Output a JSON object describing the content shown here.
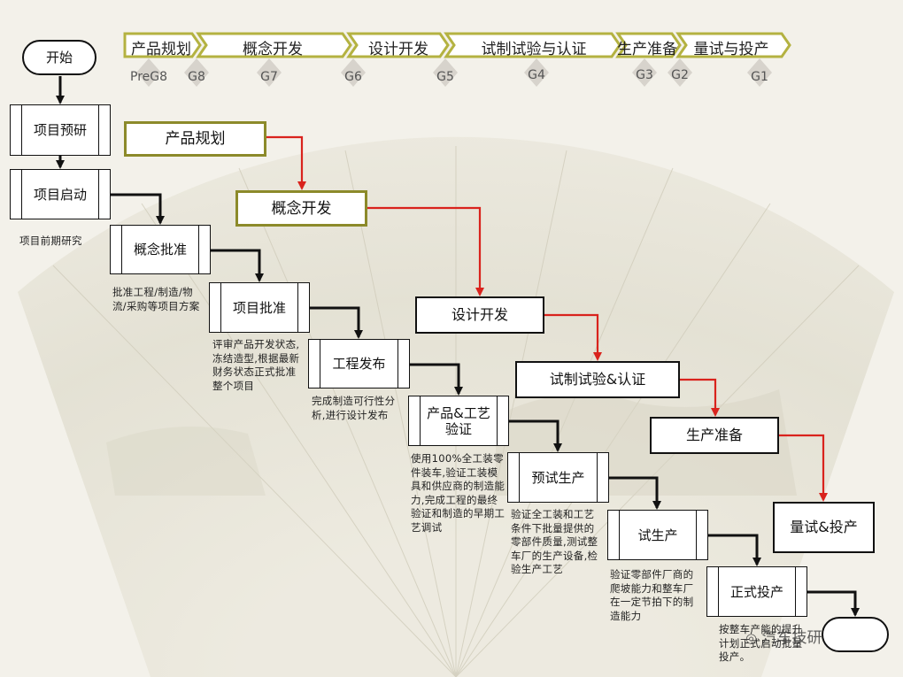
{
  "timeline": {
    "phases": [
      "产品规划",
      "概念开发",
      "设计开发",
      "试制试验与认证",
      "生产准备",
      "量试与投产"
    ],
    "gates": [
      "PreG8",
      "G8",
      "G7",
      "G6",
      "G5",
      "G4",
      "G3",
      "G2",
      "G1"
    ]
  },
  "start_label": "开始",
  "steps": [
    {
      "label": "项目预研"
    },
    {
      "label": "项目启动",
      "note": "项目前期研究"
    },
    {
      "label": "概念批准",
      "note": "批准工程/制造/物流/采购等项目方案"
    },
    {
      "label": "项目批准",
      "note": "评审产品开发状态,冻结造型,根据最新财务状态正式批准整个项目"
    },
    {
      "label": "工程发布",
      "note": "完成制造可行性分析,进行设计发布"
    },
    {
      "label": "产品&工艺验证",
      "note": "使用100%全工装零件装车,验证工装模具和供应商的制造能力,完成工程的最终验证和制造的早期工艺调试"
    },
    {
      "label": "预试生产",
      "note": "验证全工装和工艺条件下批量提供的零部件质量,测试整车厂的生产设备,检验生产工艺"
    },
    {
      "label": "试生产",
      "note": "验证零部件厂商的爬坡能力和整车厂在一定节拍下的制造能力"
    },
    {
      "label": "正式投产",
      "note": "按整车产能的提升计划正式启动批量投产。"
    }
  ],
  "end_label": "",
  "phase_boxes": [
    "产品规划",
    "概念开发",
    "设计开发",
    "试制试验&认证",
    "生产准备",
    "量试&投产"
  ],
  "watermark": "汽车技研",
  "colors": {
    "olive": "#8c8a2a",
    "red": "#d9231d",
    "black": "#111111"
  }
}
